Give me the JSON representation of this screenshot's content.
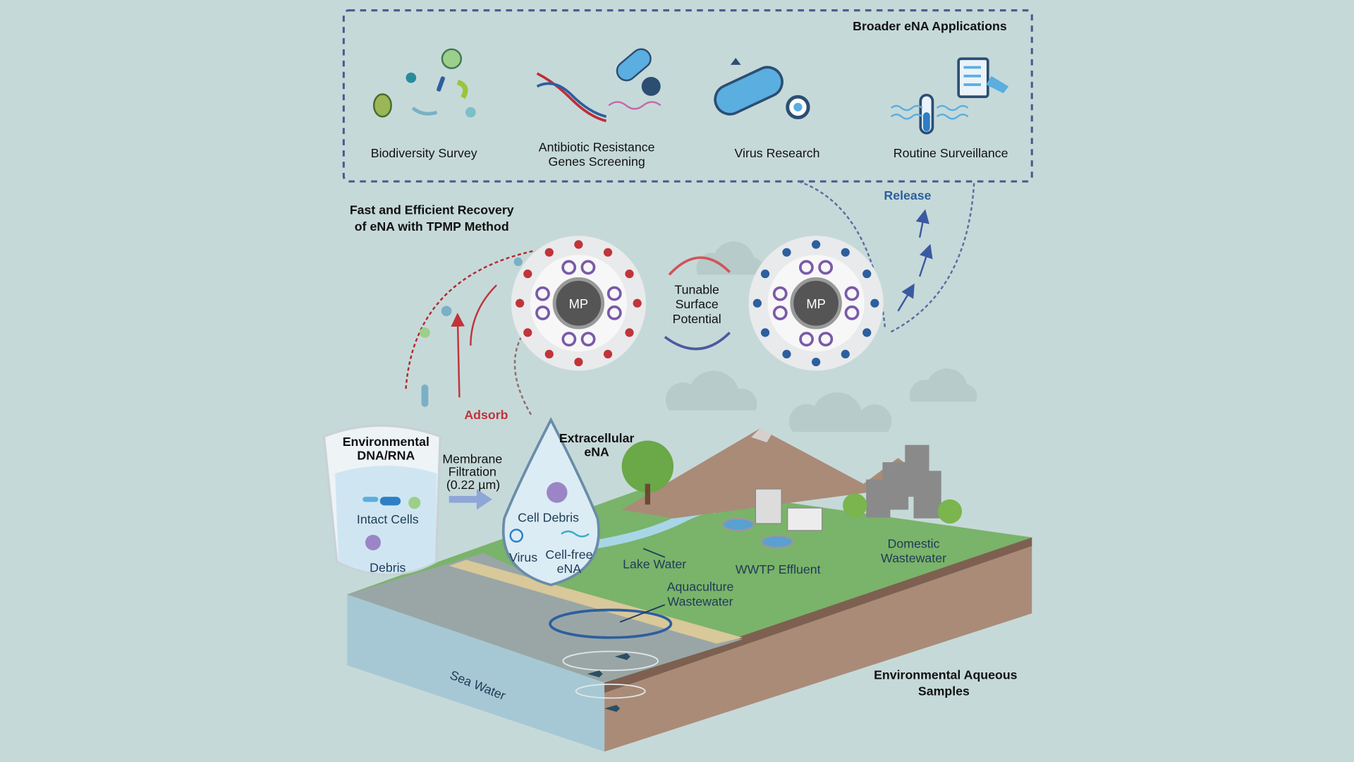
{
  "applications": {
    "title": "Broader eNA Applications",
    "items": [
      {
        "label": "Biodiversity Survey",
        "icon": "microorganisms-icon"
      },
      {
        "label_line1": "Antibiotic Resistance",
        "label_line2": "Genes Screening",
        "icon": "dna-pill-icon"
      },
      {
        "label": "Virus Research",
        "icon": "bacteria-virus-icon"
      },
      {
        "label": "Routine Surveillance",
        "icon": "test-tube-checklist-icon"
      }
    ]
  },
  "method": {
    "title_line1": "Fast and Efficient Recovery",
    "title_line2": "of eNA with TPMP Method",
    "adsorb": "Adsorb",
    "release": "Release",
    "particle_label": "MP",
    "tunable_line1": "Tunable",
    "tunable_line2": "Surface",
    "tunable_line3": "Potential"
  },
  "sample": {
    "beaker_line1": "Environmental",
    "beaker_line2": "DNA/RNA",
    "intact_cells": "Intact Cells",
    "debris": "Debris",
    "filtration_line1": "Membrane",
    "filtration_line2": "Filtration",
    "filtration_line3": "(0.22 µm)",
    "drop_title_line1": "Extracellular",
    "drop_title_line2": "eNA",
    "cell_debris": "Cell Debris",
    "virus": "Virus",
    "cellfree_line1": "Cell-free",
    "cellfree_line2": "eNA"
  },
  "landscape": {
    "lake_water": "Lake Water",
    "wwtp": "WWTP Effluent",
    "domestic_line1": "Domestic",
    "domestic_line2": "Wastewater",
    "aquaculture_line1": "Aquaculture",
    "aquaculture_line2": "Wastewater",
    "sea_water": "Sea Water",
    "title_line1": "Environmental Aqueous",
    "title_line2": "Samples"
  },
  "colors": {
    "background": "#c6d9d9",
    "adsorb": "#c0343a",
    "release": "#2c5f9e",
    "dashed_border": "#4a5a8c",
    "grass": "#7ab36a",
    "soil": "#a98b78"
  }
}
